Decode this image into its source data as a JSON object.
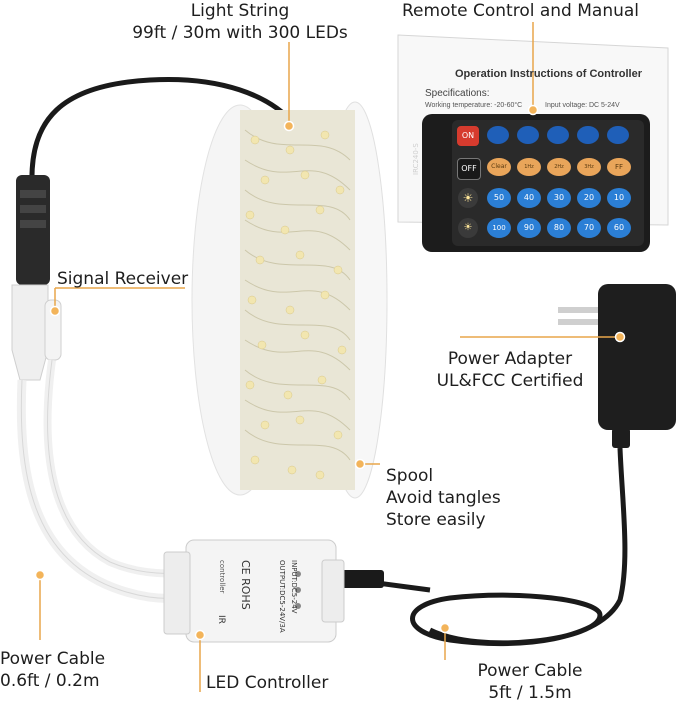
{
  "labels": {
    "light_string": {
      "line1": "Light String",
      "line2": "99ft / 30m with 300 LEDs"
    },
    "remote": "Remote Control and Manual",
    "signal_receiver": "Signal Receiver",
    "power_adapter": {
      "line1": "Power Adapter",
      "line2": "UL&FCC Certified"
    },
    "spool": {
      "line1": "Spool",
      "line2": "Avoid tangles",
      "line3": "Store easily"
    },
    "power_cable_short": {
      "line1": "Power Cable",
      "line2": "0.6ft / 0.2m"
    },
    "led_controller": "LED Controller",
    "power_cable_long": {
      "line1": "Power Cable",
      "line2": "5ft / 1.5m"
    }
  },
  "manual": {
    "title": "Operation Instructions of Controller",
    "specs_heading": "Specifications:",
    "working_temp": "Working temperature: -20-60°C",
    "input_voltage": "Input voltage: DC 5-24V"
  },
  "remote_control": {
    "model": "IRC240-S",
    "on": "ON",
    "off": "OFF",
    "clear": "Clear",
    "flash": [
      "1Hz Flash",
      "2Hz Flash",
      "3Hz Flash"
    ],
    "ff": "FF",
    "row3": [
      "50",
      "40",
      "30",
      "20",
      "10"
    ],
    "row4": [
      "100",
      "90",
      "80",
      "70",
      "60"
    ]
  },
  "controller": {
    "input": "INPUT:DC5-24V",
    "output": "OUTPUT:DC5-24V/3A",
    "ce_rohs": "CE ROHS",
    "name": "controller",
    "ir": "IR"
  },
  "colors": {
    "accent": "#e8a64a",
    "cable_white": "#f2f2f2",
    "cable_black": "#1a1a1a",
    "remote_blue": "#1f5fb8",
    "remote_red": "#d63b2e",
    "remote_orange": "#e9a55a"
  }
}
